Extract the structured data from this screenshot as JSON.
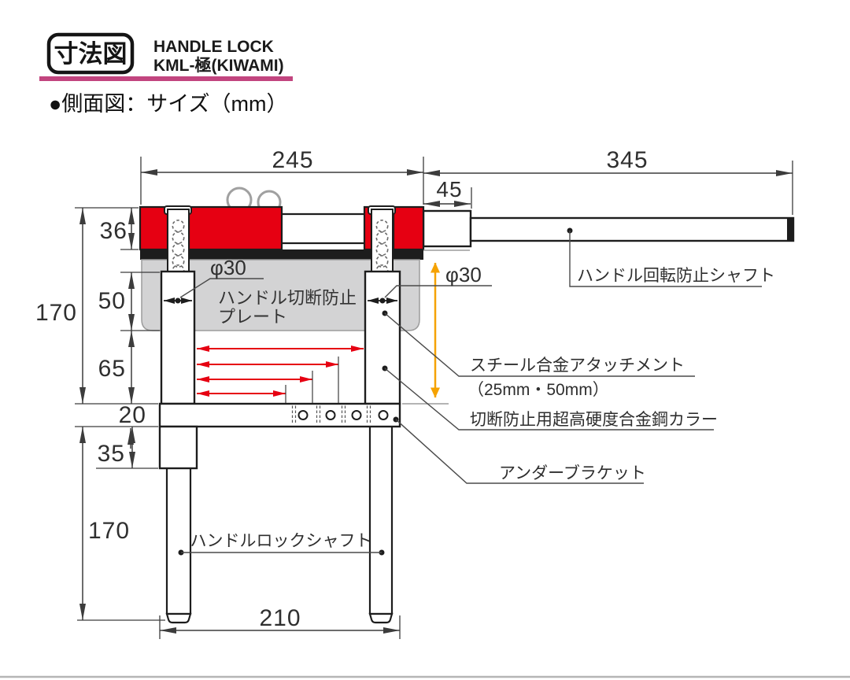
{
  "header": {
    "badge_label": "寸法図",
    "product_name_line1": "HANDLE LOCK",
    "product_name_line2": "KML-極(KIWAMI)",
    "view_caption": "●側面図：サイズ（mm）",
    "accent_color": "#c2457f"
  },
  "diagram": {
    "unit": "mm",
    "dimensions": {
      "body_width": "245",
      "rotation_shaft_length": "345",
      "connector_length": "45",
      "body_height": "36",
      "upper_overall_height": "170",
      "attachment_height": "50",
      "open_gap_height": "65",
      "bracket_thickness": "20",
      "clamp_block_height": "35",
      "lower_shaft_length": "170",
      "shaft_span": "210",
      "left_shaft_diameter": "φ30",
      "right_shaft_diameter": "φ30"
    },
    "part_labels": {
      "rotation_prevention_shaft": "ハンドル回転防止シャフト",
      "cut_prevention_plate_line1": "ハンドル切断防止",
      "cut_prevention_plate_line2": "プレート",
      "steel_attachment_line1": "スチール合金アタッチメント",
      "steel_attachment_line2": "（25mm・50mm）",
      "alloy_collar": "切断防止用超高硬度合金鋼カラー",
      "under_bracket": "アンダーブラケット",
      "handle_lock_shaft": "ハンドルロックシャフト"
    },
    "colors": {
      "body_red": "#e60012",
      "highlight_orange": "#f5a200",
      "plate_gray": "#d3d3d4",
      "outline_black": "#1d1d1d"
    }
  }
}
